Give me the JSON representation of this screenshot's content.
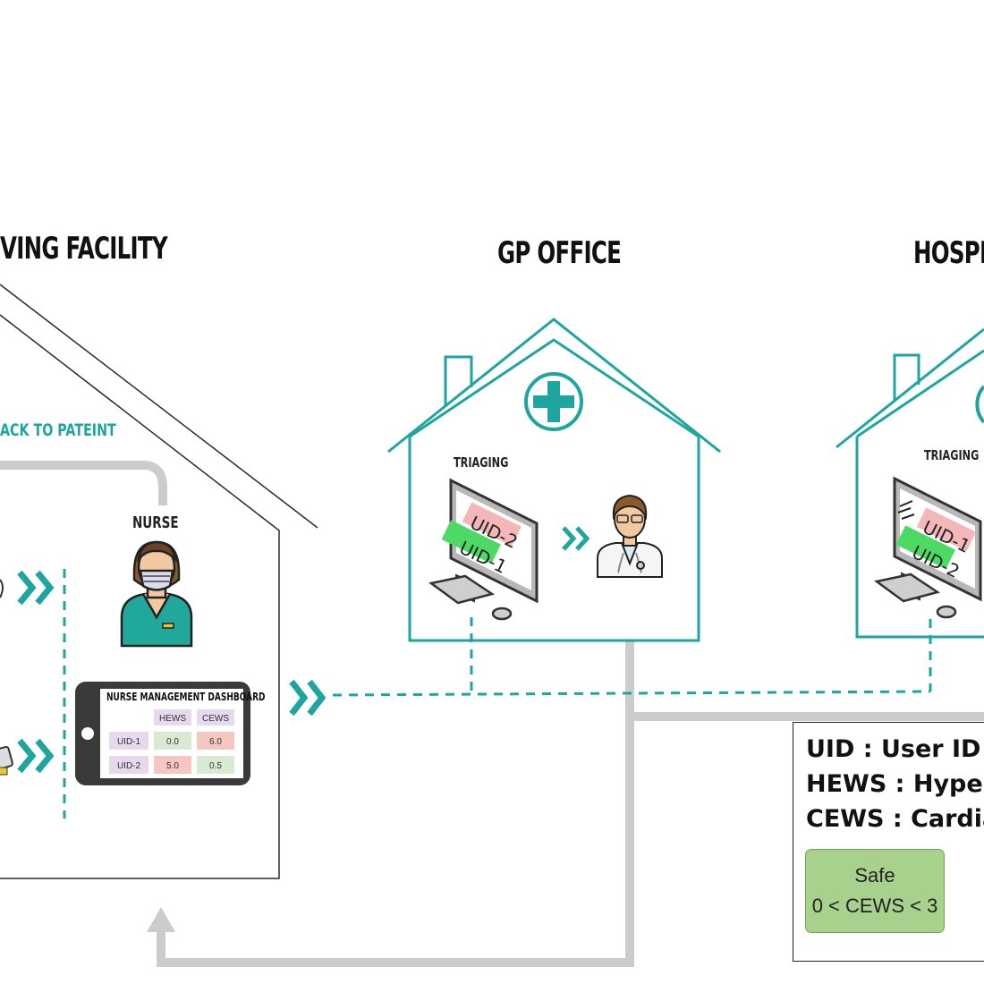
{
  "headers": {
    "left_facility": "VING FACILITY",
    "gp_office": "GP OFFICE",
    "hospital": "HOSPIT"
  },
  "left_facility": {
    "feedback_label": "ACK TO PATEINT",
    "nurse_label": "NURSE",
    "dashboard": {
      "title": "NURSE MANAGEMENT DASHBOARD",
      "columns": [
        "HEWS",
        "CEWS"
      ],
      "rows": [
        {
          "uid": "UID-1",
          "hews": "0.0",
          "cews": "6.0"
        },
        {
          "uid": "UID-2",
          "hews": "5.0",
          "cews": "0.5"
        }
      ]
    }
  },
  "gp_office": {
    "triaging_label": "TRIAGING",
    "queue": [
      "UID-2",
      "UID-1"
    ]
  },
  "hospital": {
    "triaging_label": "TRIAGING",
    "queue": [
      "UID-1",
      "UID-2"
    ]
  },
  "legend": {
    "lines": [
      "UID : User ID",
      "HEWS : Hypert",
      "CEWS : Cardiac"
    ],
    "safe_box": {
      "title": "Safe",
      "range": "0 < CEWS < 3"
    }
  },
  "colors": {
    "teal": "#1fa5a0",
    "gray_connector": "#cccccc",
    "queue_red": "#f4b6b6",
    "queue_green": "#4cd964",
    "safe_green": "#a9d18e",
    "dash_red_cell": "#f4c7c3",
    "dash_green_cell": "#d9ead3",
    "dash_purple_cell": "#e6d9ee"
  },
  "icons": [
    "cross-icon",
    "double-chevron-icon",
    "nurse-icon",
    "doctor-icon",
    "computer-icon",
    "tablet-icon"
  ]
}
